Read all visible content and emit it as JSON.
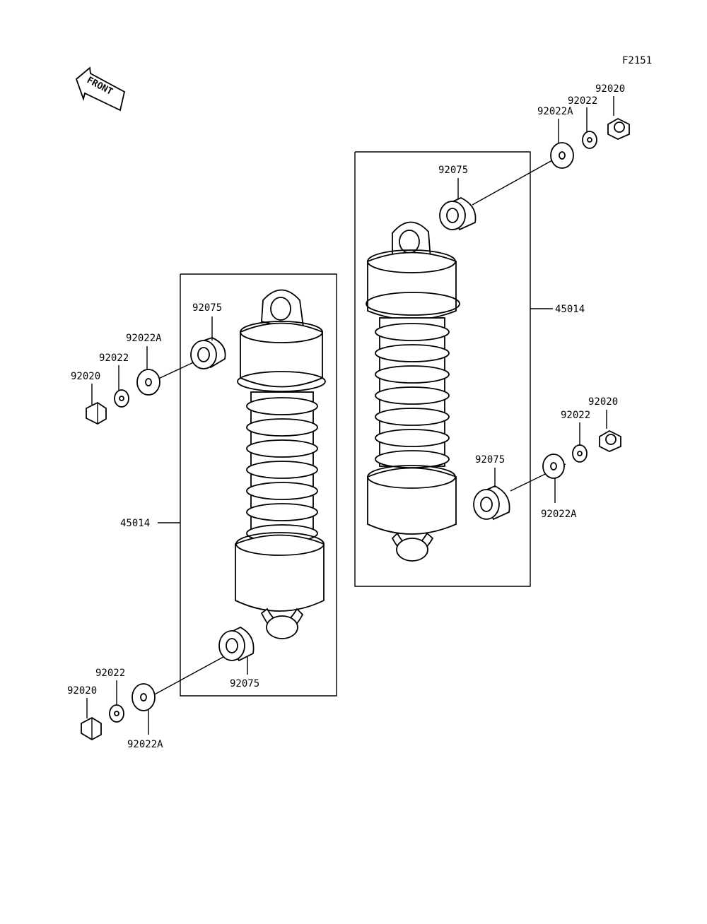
{
  "diagram": {
    "figure_code": "F2151",
    "front_label": "FRONT",
    "labels": {
      "p45014_left": "45014",
      "p45014_right": "45014",
      "p92075_lt": "92075",
      "p92075_lb": "92075",
      "p92075_rt": "92075",
      "p92075_rb": "92075",
      "p92020_lt": "92020",
      "p92020_lb": "92020",
      "p92020_rt": "92020",
      "p92020_rb": "92020",
      "p92022_lt": "92022",
      "p92022_lb": "92022",
      "p92022_rt": "92022",
      "p92022_rb": "92022",
      "p92022A_lt": "92022A",
      "p92022A_lb": "92022A",
      "p92022A_rt": "92022A",
      "p92022A_rb": "92022A"
    }
  }
}
